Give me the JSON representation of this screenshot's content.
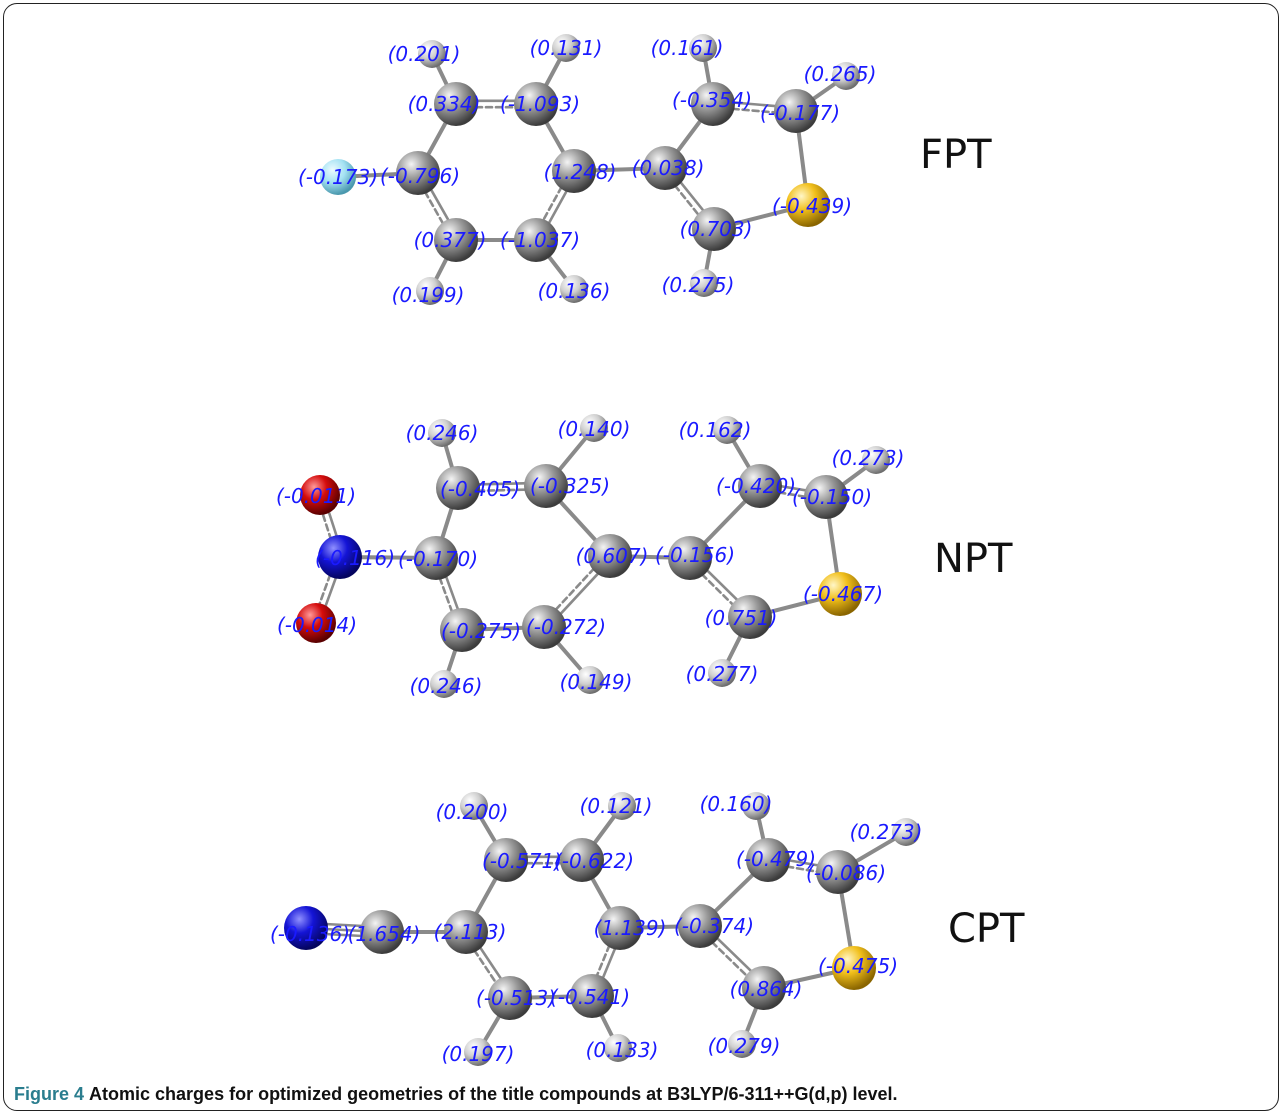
{
  "caption": {
    "label": "Figure 4",
    "text": "Atomic charges for optimized geometries of the title compounds at B3LYP/6-311++G(d,p) level."
  },
  "colors": {
    "carbon": "#8f8f8f",
    "hydrogen": "#cfcfcf",
    "fluorine": "#a4e2f3",
    "sulfur": "#f2c01c",
    "nitrogen": "#1414d6",
    "oxygen": "#d40c0c",
    "charge_text": "#1a1aff",
    "bond": "#8a8a8a"
  },
  "molecules": [
    {
      "name": "FPT",
      "atoms": [
        {
          "el": "H",
          "charge": "(0.201)"
        },
        {
          "el": "H",
          "charge": "(0.131)"
        },
        {
          "el": "H",
          "charge": "(0.161)"
        },
        {
          "el": "H",
          "charge": "(0.265)"
        },
        {
          "el": "C",
          "charge": "(0.334)"
        },
        {
          "el": "C",
          "charge": "(-1.093)"
        },
        {
          "el": "C",
          "charge": "(-0.354)"
        },
        {
          "el": "C",
          "charge": "(-0.177)"
        },
        {
          "el": "F",
          "charge": "(-0.173)"
        },
        {
          "el": "C",
          "charge": "(-0.796)"
        },
        {
          "el": "C",
          "charge": "(1.248)"
        },
        {
          "el": "C",
          "charge": "(0.038)"
        },
        {
          "el": "S",
          "charge": "(-0.439)"
        },
        {
          "el": "C",
          "charge": "(0.377)"
        },
        {
          "el": "C",
          "charge": "(-1.037)"
        },
        {
          "el": "C",
          "charge": "(0.703)"
        },
        {
          "el": "H",
          "charge": "(0.199)"
        },
        {
          "el": "H",
          "charge": "(0.136)"
        },
        {
          "el": "H",
          "charge": "(0.275)"
        }
      ]
    },
    {
      "name": "NPT",
      "atoms": [
        {
          "el": "H",
          "charge": "(0.246)"
        },
        {
          "el": "H",
          "charge": "(0.140)"
        },
        {
          "el": "H",
          "charge": "(0.162)"
        },
        {
          "el": "H",
          "charge": "(0.273)"
        },
        {
          "el": "O",
          "charge": "(-0.011)"
        },
        {
          "el": "C",
          "charge": "(-0.405)"
        },
        {
          "el": "C",
          "charge": "(-0.325)"
        },
        {
          "el": "C",
          "charge": "(-0.420)"
        },
        {
          "el": "C",
          "charge": "(-0.150)"
        },
        {
          "el": "N",
          "charge": "(-0.116)"
        },
        {
          "el": "C",
          "charge": "(-0.170)"
        },
        {
          "el": "C",
          "charge": "(0.607)"
        },
        {
          "el": "C",
          "charge": "(-0.156)"
        },
        {
          "el": "S",
          "charge": "(-0.467)"
        },
        {
          "el": "O",
          "charge": "(-0.014)"
        },
        {
          "el": "C",
          "charge": "(-0.275)"
        },
        {
          "el": "C",
          "charge": "(-0.272)"
        },
        {
          "el": "C",
          "charge": "(0.751)"
        },
        {
          "el": "H",
          "charge": "(0.246)"
        },
        {
          "el": "H",
          "charge": "(0.149)"
        },
        {
          "el": "H",
          "charge": "(0.277)"
        }
      ]
    },
    {
      "name": "CPT",
      "atoms": [
        {
          "el": "H",
          "charge": "(0.200)"
        },
        {
          "el": "H",
          "charge": "(0.121)"
        },
        {
          "el": "H",
          "charge": "(0.160)"
        },
        {
          "el": "H",
          "charge": "(0.273)"
        },
        {
          "el": "C",
          "charge": "(-0.571)"
        },
        {
          "el": "C",
          "charge": "(-0.622)"
        },
        {
          "el": "C",
          "charge": "(-0.479)"
        },
        {
          "el": "C",
          "charge": "(-0.086)"
        },
        {
          "el": "N",
          "charge": "(-0.136)"
        },
        {
          "el": "C",
          "charge": "(1.654)"
        },
        {
          "el": "C",
          "charge": "(2.113)"
        },
        {
          "el": "C",
          "charge": "(1.139)"
        },
        {
          "el": "C",
          "charge": "(-0.374)"
        },
        {
          "el": "S",
          "charge": "(-0.475)"
        },
        {
          "el": "C",
          "charge": "(-0.513)"
        },
        {
          "el": "C",
          "charge": "(-0.541)"
        },
        {
          "el": "C",
          "charge": "(0.864)"
        },
        {
          "el": "H",
          "charge": "(0.197)"
        },
        {
          "el": "H",
          "charge": "(0.133)"
        },
        {
          "el": "H",
          "charge": "(0.279)"
        }
      ]
    }
  ]
}
